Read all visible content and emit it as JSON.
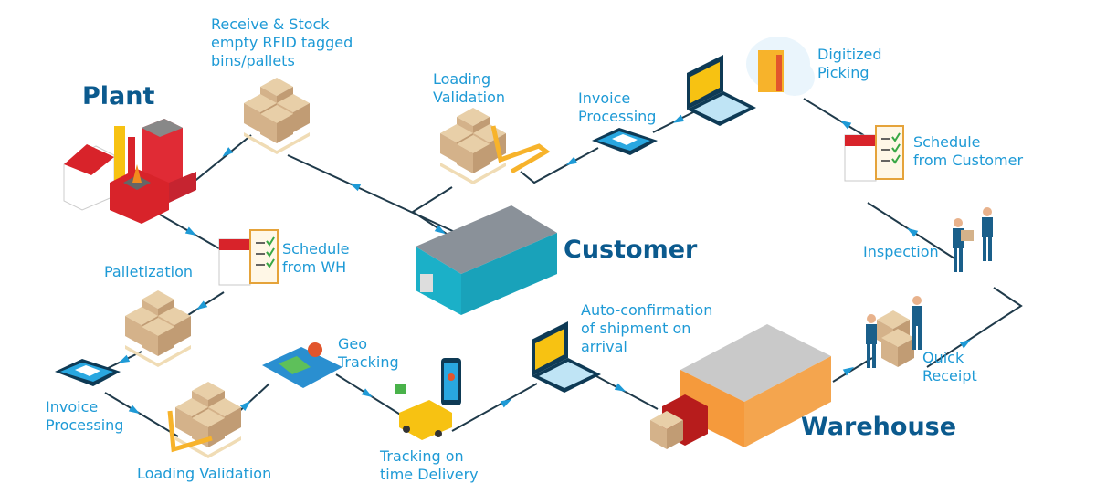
{
  "hubs": {
    "plant": "Plant",
    "customer": "Customer",
    "warehouse": "Warehouse"
  },
  "steps": {
    "receive_stock": "Receive & Stock\nempty RFID tagged\nbins/pallets",
    "customer_loading_validation": "Loading\nValidation",
    "customer_invoice_processing": "Invoice\nProcessing",
    "digitized_picking": "Digitized\nPicking",
    "schedule_from_customer": "Schedule\nfrom Customer",
    "inspection": "Inspection",
    "quick_receipt": "Quick\nReceipt",
    "auto_confirmation": "Auto-confirmation\nof shipment on\narrival",
    "tracking_delivery": "Tracking on\ntime Delivery",
    "geo_tracking": "Geo\nTracking",
    "plant_loading_validation": "Loading Validation",
    "plant_invoice_processing": "Invoice\nProcessing",
    "palletization": "Palletization",
    "schedule_from_wh": "Schedule\nfrom WH"
  },
  "colors": {
    "label": "#1e9ad6",
    "hub": "#0b5a8e",
    "line": "#1f3a4a",
    "arrow": "#1e9ad6"
  }
}
